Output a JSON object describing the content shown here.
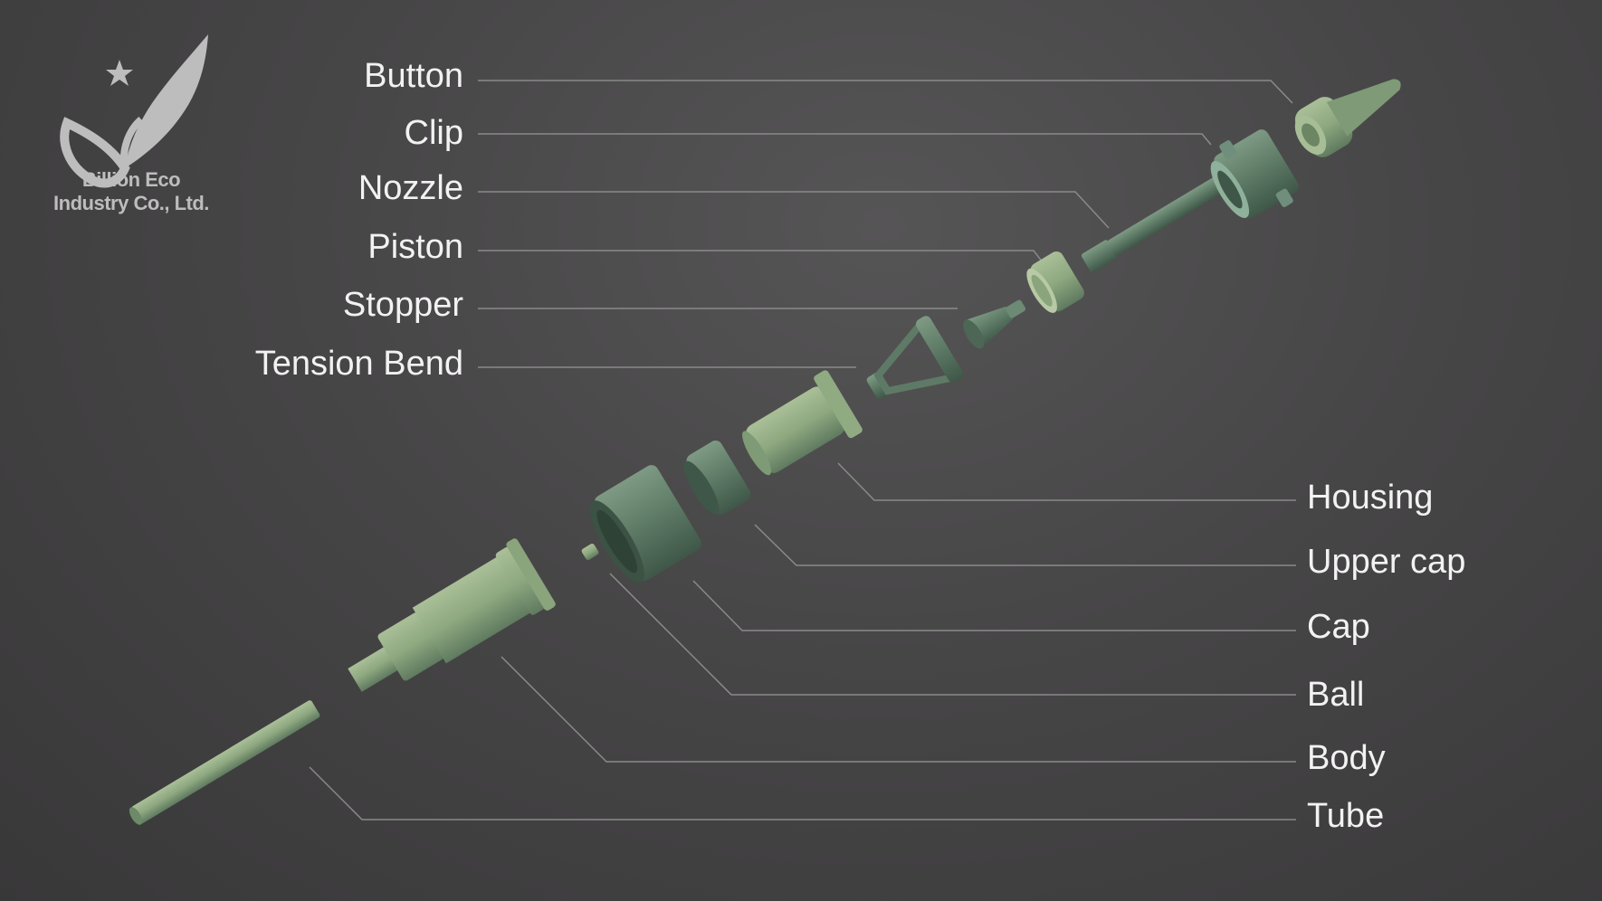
{
  "logo": {
    "line1": "Billion Eco",
    "line2": "Industry Co., Ltd.",
    "icon": "leaf-star-logo-icon",
    "color": "#bdbdbd"
  },
  "colors": {
    "part_light": "#9cb48c",
    "part_mid": "#7f9a76",
    "part_dark": "#556b57",
    "leader_line": "#8a8a8a",
    "label_text": "#f2f2f2"
  },
  "labels_left": [
    {
      "key": "button",
      "text": "Button"
    },
    {
      "key": "clip",
      "text": "Clip"
    },
    {
      "key": "nozzle",
      "text": "Nozzle"
    },
    {
      "key": "piston",
      "text": "Piston"
    },
    {
      "key": "stopper",
      "text": "Stopper"
    },
    {
      "key": "tension-bend",
      "text": "Tension Bend"
    }
  ],
  "labels_right": [
    {
      "key": "housing",
      "text": "Housing"
    },
    {
      "key": "upper-cap",
      "text": "Upper cap"
    },
    {
      "key": "cap",
      "text": "Cap"
    },
    {
      "key": "ball",
      "text": "Ball"
    },
    {
      "key": "body",
      "text": "Body"
    },
    {
      "key": "tube",
      "text": "Tube"
    }
  ]
}
